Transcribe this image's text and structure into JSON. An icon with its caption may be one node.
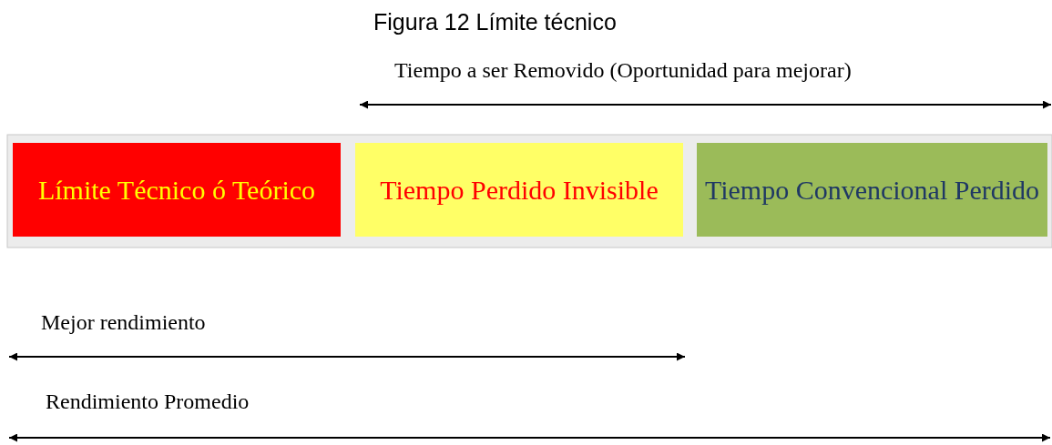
{
  "diagram": {
    "title": "Figura 12 Límite técnico",
    "nodes": [
      {
        "text": [
          "Límite Técnico ó Teórico"
        ]
      },
      {
        "text": [
          "Tiempo Perdido Invisible"
        ]
      },
      {
        "text": [
          "Tiempo Convencional Perdido"
        ]
      }
    ],
    "edges": [],
    "labels": [
      "Tiempo a ser Removido (Oportunidad para mejorar)",
      "Mejor rendimiento",
      "Rendimiento Promedio"
    ]
  }
}
